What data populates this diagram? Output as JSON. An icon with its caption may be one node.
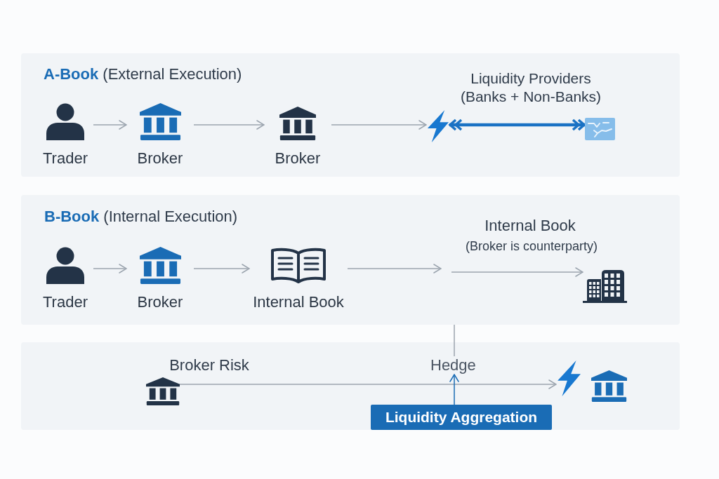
{
  "diagram": {
    "nodes": [
      {
        "text": [
          "**A-Book** (External Execution)"
        ]
      },
      {
        "text": [
          "Trader"
        ],
        "in": 0
      },
      {
        "text": [
          "Broker"
        ],
        "in": 0
      },
      {
        "text": [
          "Broker"
        ],
        "in": 0
      },
      {
        "text": [],
        "shape": "picture",
        "in": 0
      },
      {
        "text": [],
        "shape": "picture",
        "in": 0
      },
      {
        "text": [
          "**B-Book** (Internal Execution)"
        ]
      },
      {
        "text": [
          "Trader"
        ],
        "in": 6
      },
      {
        "text": [
          "Broker"
        ],
        "in": 6
      },
      {
        "text": [
          "Internal Book"
        ],
        "in": 6
      },
      {
        "text": [],
        "shape": "picture",
        "in": 6,
        "beside": [
          "Internal Book",
          "(Broker is counterparty)"
        ]
      },
      {
        "text": [],
        "shape": "box"
      },
      {
        "text": [],
        "shape": "picture",
        "in": 11,
        "beside": [
          "Broker Risk"
        ]
      },
      {
        "text": [
          "Hedge"
        ],
        "in": 11
      },
      {
        "text": [],
        "shape": "picture",
        "in": 11
      },
      {
        "text": [],
        "shape": "picture",
        "in": 11
      },
      {
        "text": [
          "Liquidity Aggregation"
        ],
        "in": 11
      }
    ],
    "edges": [
      {
        "from": 1,
        "to": 2,
        "arrow": "to"
      },
      {
        "from": 2,
        "to": 3,
        "arrow": "to"
      },
      {
        "from": 3,
        "to": 4,
        "arrow": "to"
      },
      {
        "from": 4,
        "to": 5,
        "arrow": "both",
        "label": "Liquidity Providers (Banks + Non-Banks)",
        "style": "thick",
        "color": "#1a72c4"
      },
      {
        "from": 7,
        "to": 8,
        "arrow": "to"
      },
      {
        "from": 8,
        "to": 9,
        "arrow": "to"
      },
      {
        "from": 9,
        "to": null,
        "arrow": "to"
      },
      {
        "from": null,
        "to": 10,
        "arrow": "to"
      },
      {
        "from": 12,
        "to": 14,
        "arrow": "to"
      },
      {
        "from": 6,
        "to": 13,
        "arrow": "none"
      },
      {
        "from": 16,
        "to": 13,
        "arrow": "to",
        "color": "#1a6cb5"
      }
    ]
  }
}
